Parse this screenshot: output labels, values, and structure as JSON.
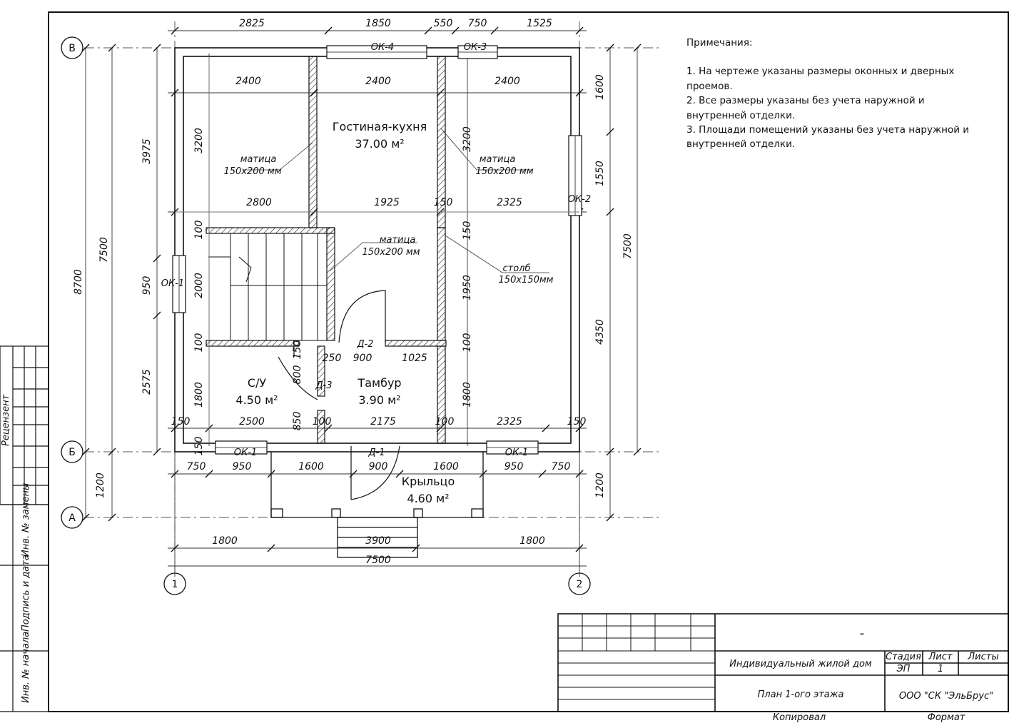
{
  "axes": {
    "b_top": "В",
    "b_mid": "Б",
    "a": "А",
    "n1": "1",
    "n2": "2"
  },
  "dims": {
    "top": [
      "2825",
      "1850",
      "550",
      "750",
      "1525"
    ],
    "left_outer": "8700",
    "left_inner": "7500",
    "left_parts": [
      "3975",
      "950",
      "2575"
    ],
    "left_bottom": "1200",
    "right_top": [
      "1600",
      "1550"
    ],
    "right_total": "7500",
    "right_low": "4350",
    "right_bottom": "1200",
    "bottom_row": [
      "1800",
      "3900",
      "1800"
    ],
    "bottom_total": "7500",
    "room_top": [
      "2400",
      "2400",
      "2400"
    ],
    "mid_row": [
      "2800",
      "1925",
      "150",
      "2325"
    ],
    "h3200a": "3200",
    "h3200b": "3200",
    "h100a": "100",
    "h2000": "2000",
    "h100b": "100",
    "h1800a": "1800",
    "h150a": "150",
    "h1950": "1950",
    "h100c": "100",
    "h1800b": "1800",
    "h150d2": "150",
    "h800": "800",
    "h850": "850",
    "d_row": [
      "250",
      "900",
      "1025"
    ],
    "low_row": [
      "150",
      "2500",
      "100",
      "2175",
      "100",
      "2325",
      "150"
    ],
    "porch_row": [
      "750",
      "950",
      "1600",
      "900",
      "1600",
      "950",
      "750"
    ],
    "h150low": "150"
  },
  "openings": {
    "ok4": "ОК-4",
    "ok3": "ОК-3",
    "ok2": "ОК-2",
    "ok1_left": "ОК-1",
    "ok1_bl": "ОК-1",
    "ok1_br": "ОК-1",
    "d1": "Д-1",
    "d2": "Д-2",
    "d3": "Д-3"
  },
  "annotations": {
    "beam_label": "матица",
    "beam_size": "150х200 мм",
    "post_label": "столб",
    "post_size": "150х150мм"
  },
  "rooms": {
    "living": {
      "name": "Гостиная-кухня",
      "area": "37.00 м²"
    },
    "bath": {
      "name": "С/У",
      "area": "4.50 м²"
    },
    "vestibule": {
      "name": "Тамбур",
      "area": "3.90 м²"
    },
    "porch": {
      "name": "Крыльцо",
      "area": "4.60 м²"
    }
  },
  "notes": {
    "title": "Примечания:",
    "items": [
      "1. На чертеже указаны размеры оконных и дверных проемов.",
      "2. Все размеры указаны без учета наружной и внутренней отделки.",
      "3. Площади помещений указаны без учета наружной и внутренней отделки."
    ]
  },
  "side_stamp": [
    "Рецензент",
    "Инв. № замены",
    "Подпись и дата",
    "Инв. № начала"
  ],
  "title_block": {
    "dash": "-",
    "project": "Индивидуальный жилой дом",
    "sheet_name": "План 1-ого этажа",
    "stage_h": "Стадия",
    "sheet_h": "Лист",
    "sheets_h": "Листы",
    "stage": "ЭП",
    "sheet": "1",
    "company": "ООО \"СК \"ЭльБрус\"",
    "copied": "Копировал",
    "format": "Формат"
  }
}
